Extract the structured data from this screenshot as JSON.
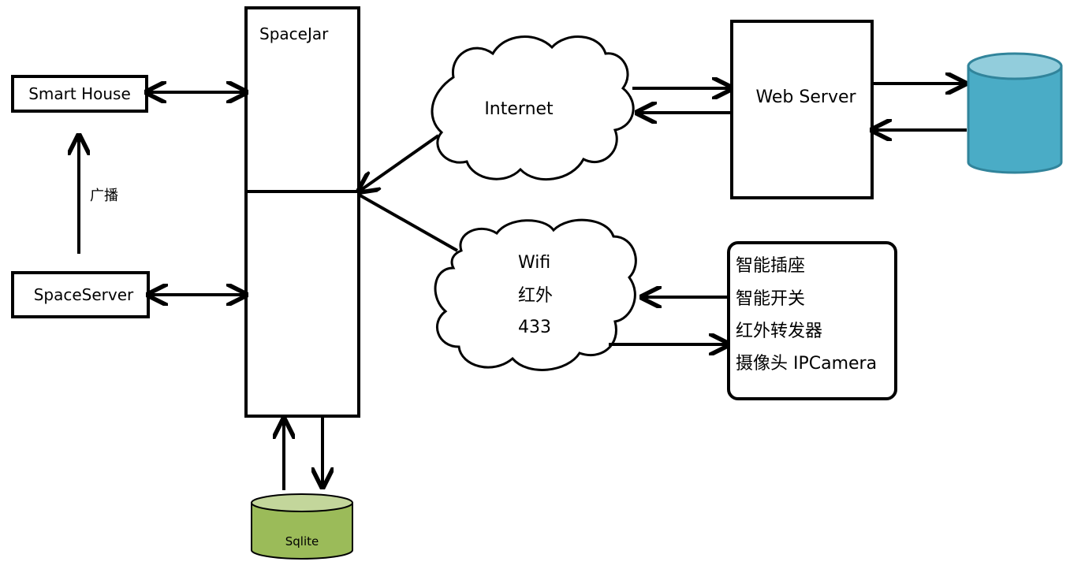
{
  "nodes": {
    "smart_house": "Smart House",
    "space_server": "SpaceServer",
    "space_jar": "SpaceJar",
    "internet": "Internet",
    "local_net": {
      "line1": "Wifi",
      "line2": "红外",
      "line3": "433"
    },
    "web_server": "Web Server",
    "sqlite": "Sqlite",
    "devices": [
      "智能插座",
      "智能开关",
      "红外转发器",
      "摄像头 IPCamera"
    ]
  },
  "edges": {
    "broadcast_label": "广播"
  },
  "colors": {
    "web_db_body": "#4aacc6",
    "web_db_top": "#92cddc",
    "sqlite_body": "#9bbb59",
    "sqlite_top": "#c3d69b"
  }
}
